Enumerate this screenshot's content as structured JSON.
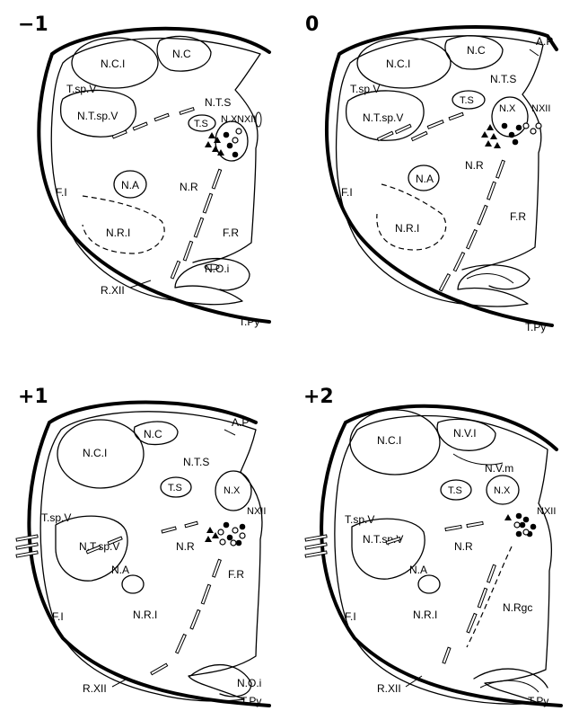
{
  "panels": [
    {
      "label": "−1",
      "regions": [
        "N.C.I",
        "N.C",
        "N.T.S",
        "T.sp.V",
        "N.T.sp.V",
        "T.S",
        "N.X",
        "NXII",
        "F.I",
        "N.A",
        "N.R",
        "F.R",
        "N.R.I",
        "N.O.i",
        "R.XII",
        "T.Py"
      ]
    },
    {
      "label": "0",
      "regions": [
        "N.C.I",
        "N.C",
        "A.P",
        "N.T.S",
        "T.sp.V",
        "N.T.sp.V",
        "T.S",
        "N.X",
        "NXII",
        "F.I",
        "N.A",
        "N.R",
        "F.R",
        "N.R.I",
        "T.Py"
      ]
    },
    {
      "label": "+1",
      "regions": [
        "N.C.I",
        "N.C",
        "A.P",
        "N.T.S",
        "T.S",
        "N.X",
        "NXII",
        "T.sp.V",
        "N.T.sp.V",
        "N.A",
        "N.R",
        "F.R",
        "F.I",
        "N.R.I",
        "R.XII",
        "N.O.i",
        "T.Py"
      ]
    },
    {
      "label": "+2",
      "regions": [
        "N.C.I",
        "N.V.I",
        "N.V.m",
        "T.S",
        "N.X",
        "NXII",
        "T.sp.V",
        "N.T.sp.V",
        "N.R",
        "N.A",
        "F.I",
        "N.R.I",
        "N.Rgc",
        "R.XII",
        "T.Py"
      ]
    }
  ],
  "markers": {
    "filled_circle": "labeled neuron (filled)",
    "open_circle": "labeled neuron (open)",
    "triangle": "labeled neuron (triangle)"
  }
}
